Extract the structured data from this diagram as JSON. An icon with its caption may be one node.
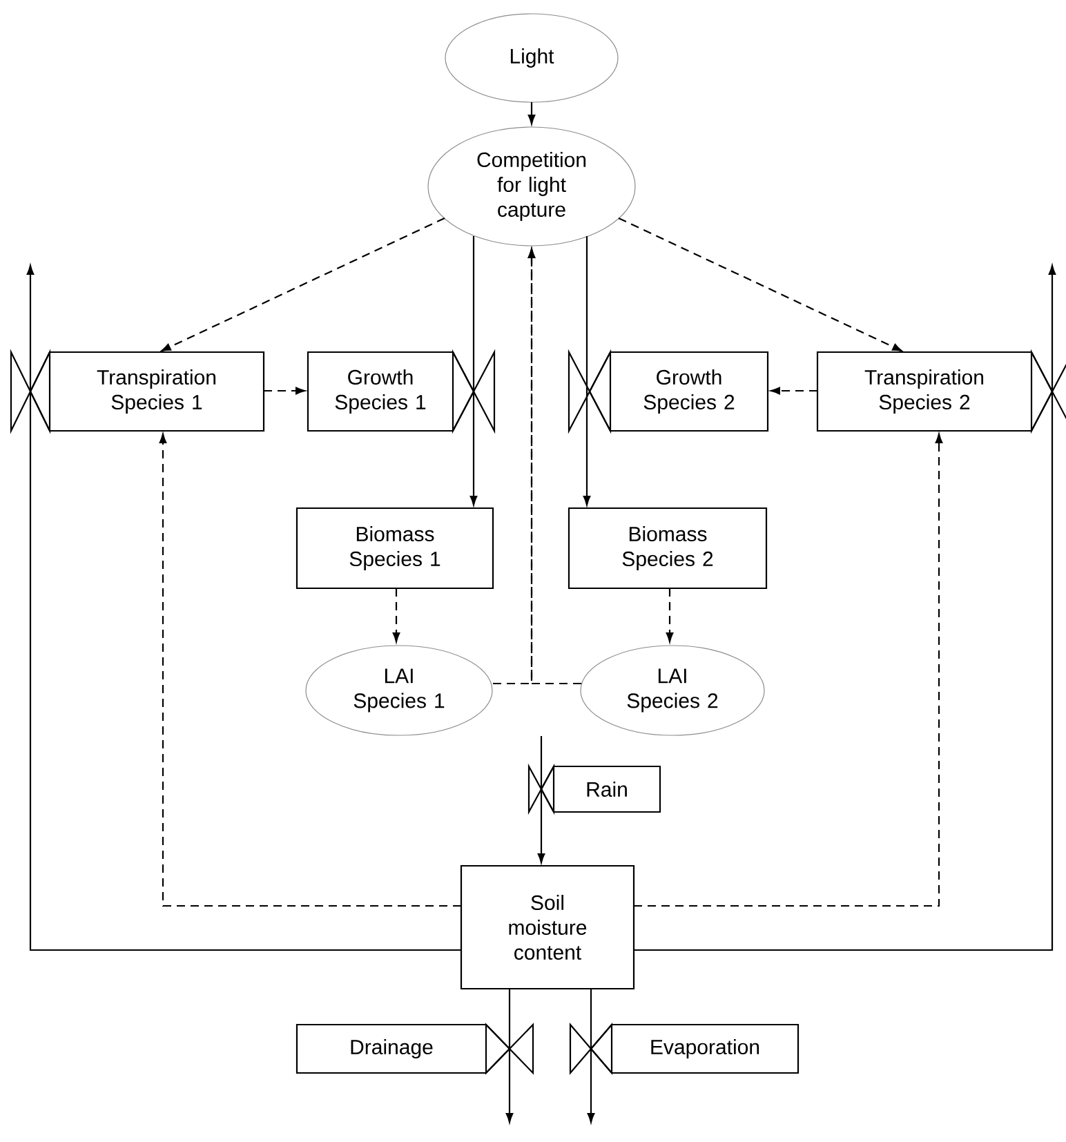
{
  "diagram": {
    "nodes": [
      {
        "text": [
          "Light"
        ]
      },
      {
        "text": [
          "Competition for light capture"
        ]
      },
      {
        "text": [
          "Transpiration Species 1"
        ]
      },
      {
        "text": [
          "Growth Species 1"
        ]
      },
      {
        "text": [
          "Growth Species 2"
        ]
      },
      {
        "text": [
          "Transpiration Species 2"
        ]
      },
      {
        "text": [
          "Biomass Species 1"
        ]
      },
      {
        "text": [
          "Biomass Species 2"
        ]
      },
      {
        "text": [
          "LAI Species 1"
        ]
      },
      {
        "text": [
          "LAI Species 2"
        ]
      },
      {
        "text": [
          "Rain"
        ]
      },
      {
        "text": [
          "Soil moisture content"
        ]
      },
      {
        "text": [
          "Drainage"
        ]
      },
      {
        "text": [
          "Evaporation"
        ]
      }
    ],
    "edges": [
      {
        "from": 0,
        "to": 1,
        "arrow": "to"
      },
      {
        "from": 1,
        "to": 2,
        "arrow": "to",
        "style": "dashed"
      },
      {
        "from": 1,
        "to": 5,
        "arrow": "to",
        "style": "dashed"
      },
      {
        "from": 2,
        "to": 3,
        "arrow": "to",
        "style": "dashed"
      },
      {
        "from": 5,
        "to": 4,
        "arrow": "to",
        "style": "dashed"
      },
      {
        "from": 1,
        "to": 6,
        "arrow": "to"
      },
      {
        "from": 1,
        "to": 7,
        "arrow": "to"
      },
      {
        "from": 6,
        "to": 8,
        "arrow": "to",
        "style": "dashed"
      },
      {
        "from": 7,
        "to": 9,
        "arrow": "to",
        "style": "dashed"
      },
      {
        "from": 8,
        "to": 1,
        "arrow": "to",
        "style": "dashed"
      },
      {
        "from": 9,
        "to": 1,
        "arrow": "to",
        "style": "dashed"
      },
      {
        "from": null,
        "to": 11,
        "arrow": "to"
      },
      {
        "from": 11,
        "to": 2,
        "arrow": "to",
        "style": "dashed"
      },
      {
        "from": 11,
        "to": 5,
        "arrow": "to",
        "style": "dashed"
      },
      {
        "from": 11,
        "to": null,
        "arrow": "to"
      },
      {
        "from": 11,
        "to": null,
        "arrow": "to"
      },
      {
        "from": 11,
        "to": null,
        "arrow": "to"
      },
      {
        "from": 11,
        "to": null,
        "arrow": "to"
      }
    ]
  }
}
